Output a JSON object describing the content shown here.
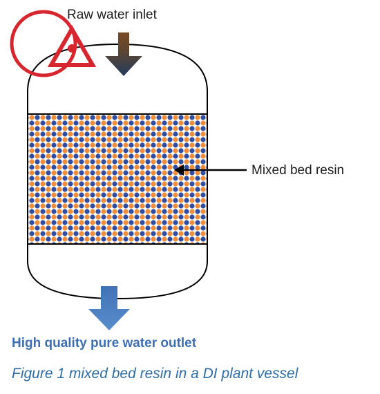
{
  "labels": {
    "inlet": "Raw water inlet",
    "resin": "Mixed bed resin",
    "outlet": "High quality pure water outlet"
  },
  "caption": "Figure 1 mixed bed resin in a DI plant vessel",
  "colors": {
    "vessel_outline": "#000000",
    "resin_bead_a": "#f08c3a",
    "resin_bead_b": "#2f4d9c",
    "inlet_arrow_top": "#7a4a22",
    "inlet_arrow_bottom": "#223a5e",
    "outlet_arrow": "#4a7fc0",
    "logo_red": "#d8262e",
    "outlet_label": "#3d6fb4",
    "caption": "#2e6ea9"
  },
  "icons": {
    "logo": "red-circle-triangle-logo"
  }
}
